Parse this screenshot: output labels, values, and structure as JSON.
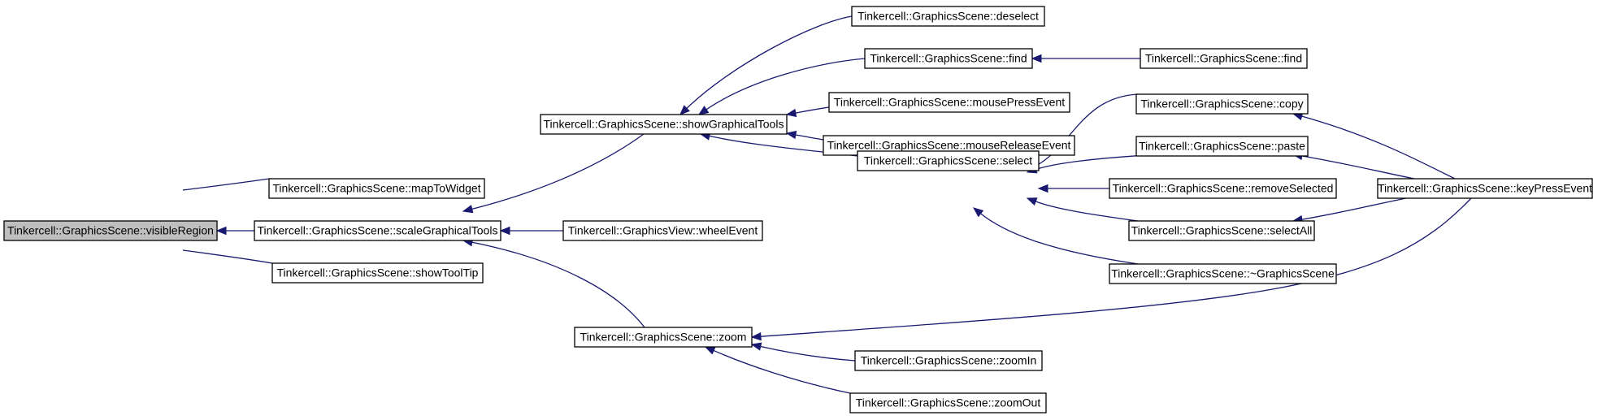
{
  "diagram": {
    "nodes": [
      {
        "id": "visibleRegion",
        "label": "Tinkercell::GraphicsScene::visibleRegion",
        "highlight": true
      },
      {
        "id": "mapToWidget",
        "label": "Tinkercell::GraphicsScene::mapToWidget"
      },
      {
        "id": "scaleGraphicalTools",
        "label": "Tinkercell::GraphicsScene::scaleGraphicalTools"
      },
      {
        "id": "showToolTip",
        "label": "Tinkercell::GraphicsScene::showToolTip"
      },
      {
        "id": "showGraphicalTools",
        "label": "Tinkercell::GraphicsScene::showGraphicalTools"
      },
      {
        "id": "wheelEvent",
        "label": "Tinkercell::GraphicsView::wheelEvent"
      },
      {
        "id": "zoom",
        "label": "Tinkercell::GraphicsScene::zoom"
      },
      {
        "id": "deselect",
        "label": "Tinkercell::GraphicsScene::deselect"
      },
      {
        "id": "find1",
        "label": "Tinkercell::GraphicsScene::find"
      },
      {
        "id": "mousePressEvent",
        "label": "Tinkercell::GraphicsScene::mousePressEvent"
      },
      {
        "id": "mouseReleaseEvent",
        "label": "Tinkercell::GraphicsScene::mouseReleaseEvent"
      },
      {
        "id": "select",
        "label": "Tinkercell::GraphicsScene::select"
      },
      {
        "id": "zoomIn",
        "label": "Tinkercell::GraphicsScene::zoomIn"
      },
      {
        "id": "zoomOut",
        "label": "Tinkercell::GraphicsScene::zoomOut"
      },
      {
        "id": "find2",
        "label": "Tinkercell::GraphicsScene::find"
      },
      {
        "id": "copy",
        "label": "Tinkercell::GraphicsScene::copy"
      },
      {
        "id": "paste",
        "label": "Tinkercell::GraphicsScene::paste"
      },
      {
        "id": "removeSelected",
        "label": "Tinkercell::GraphicsScene::removeSelected"
      },
      {
        "id": "selectAll",
        "label": "Tinkercell::GraphicsScene::selectAll"
      },
      {
        "id": "destructor",
        "label": "Tinkercell::GraphicsScene::~GraphicsScene"
      },
      {
        "id": "keyPressEvent",
        "label": "Tinkercell::GraphicsScene::keyPressEvent"
      }
    ],
    "edges": [
      {
        "from": "mapToWidget",
        "to": "visibleRegion"
      },
      {
        "from": "scaleGraphicalTools",
        "to": "visibleRegion"
      },
      {
        "from": "showToolTip",
        "to": "visibleRegion"
      },
      {
        "from": "showGraphicalTools",
        "to": "scaleGraphicalTools"
      },
      {
        "from": "wheelEvent",
        "to": "scaleGraphicalTools"
      },
      {
        "from": "zoom",
        "to": "scaleGraphicalTools"
      },
      {
        "from": "deselect",
        "to": "showGraphicalTools"
      },
      {
        "from": "find1",
        "to": "showGraphicalTools"
      },
      {
        "from": "mousePressEvent",
        "to": "showGraphicalTools"
      },
      {
        "from": "mouseReleaseEvent",
        "to": "showGraphicalTools"
      },
      {
        "from": "select",
        "to": "showGraphicalTools"
      },
      {
        "from": "find2",
        "to": "find1"
      },
      {
        "from": "copy",
        "to": "select"
      },
      {
        "from": "paste",
        "to": "select"
      },
      {
        "from": "removeSelected",
        "to": "select"
      },
      {
        "from": "selectAll",
        "to": "select"
      },
      {
        "from": "destructor",
        "to": "select"
      },
      {
        "from": "keyPressEvent",
        "to": "copy"
      },
      {
        "from": "keyPressEvent",
        "to": "paste"
      },
      {
        "from": "keyPressEvent",
        "to": "selectAll"
      },
      {
        "from": "keyPressEvent",
        "to": "zoom"
      },
      {
        "from": "zoomIn",
        "to": "zoom"
      },
      {
        "from": "zoomOut",
        "to": "zoom"
      }
    ]
  }
}
